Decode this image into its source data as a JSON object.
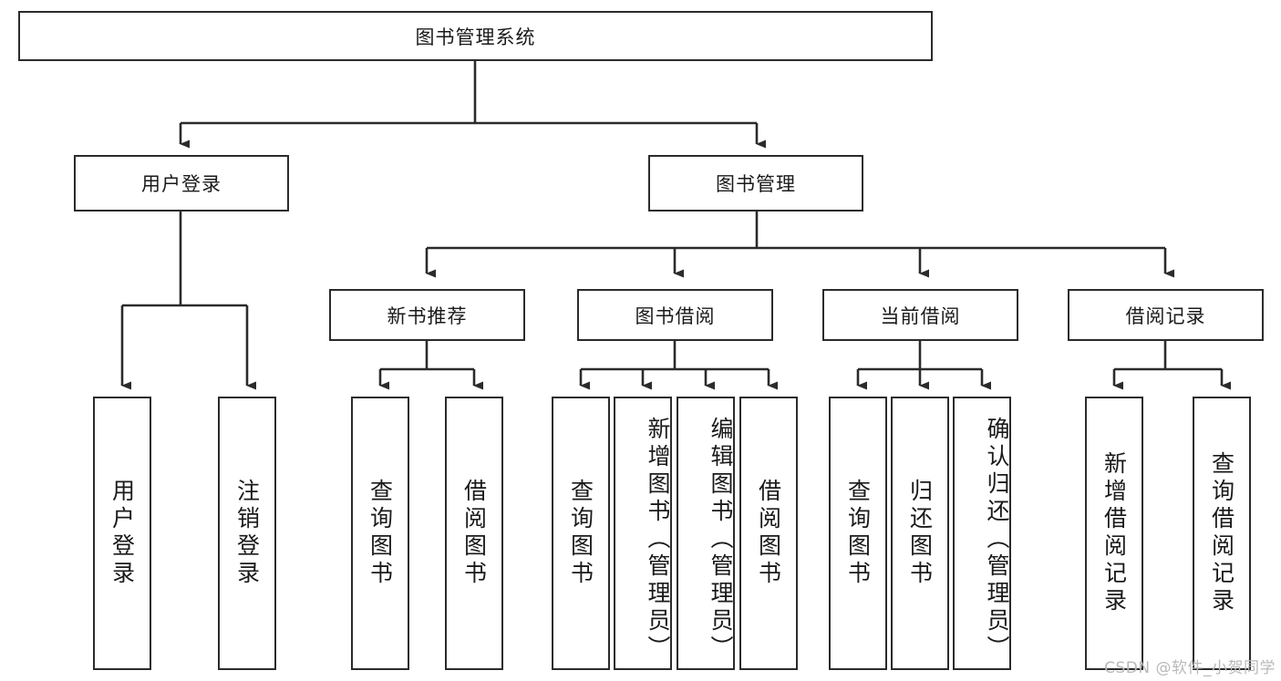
{
  "diagram": {
    "title": "图书管理系统",
    "type": "hierarchy-tree",
    "root": {
      "label": "图书管理系统"
    },
    "level1": [
      {
        "label": "用户登录"
      },
      {
        "label": "图书管理"
      }
    ],
    "level2": [
      {
        "label": "新书推荐",
        "parent": "图书管理"
      },
      {
        "label": "图书借阅",
        "parent": "图书管理"
      },
      {
        "label": "当前借阅",
        "parent": "图书管理"
      },
      {
        "label": "借阅记录",
        "parent": "图书管理"
      }
    ],
    "leaves": {
      "user_login": [
        {
          "label": "用户登录"
        },
        {
          "label": "注销登录"
        }
      ],
      "new_book_recommend": [
        {
          "label": "查询图书"
        },
        {
          "label": "借阅图书"
        }
      ],
      "book_borrow": [
        {
          "label": "查询图书"
        },
        {
          "label": "新增图书（管理员）"
        },
        {
          "label": "编辑图书（管理员）"
        },
        {
          "label": "借阅图书"
        }
      ],
      "current_borrow": [
        {
          "label": "查询图书"
        },
        {
          "label": "归还图书"
        },
        {
          "label": "确认归还（管理员）"
        }
      ],
      "borrow_record": [
        {
          "label": "新增借阅记录"
        },
        {
          "label": "查询借阅记录"
        }
      ]
    }
  },
  "watermark": {
    "text": "CSDN @软件_小贺同学"
  },
  "colors": {
    "stroke": "#2b2b2b",
    "background": "#ffffff",
    "text": "#1a1a1a",
    "watermark": "#b9b9b9"
  }
}
